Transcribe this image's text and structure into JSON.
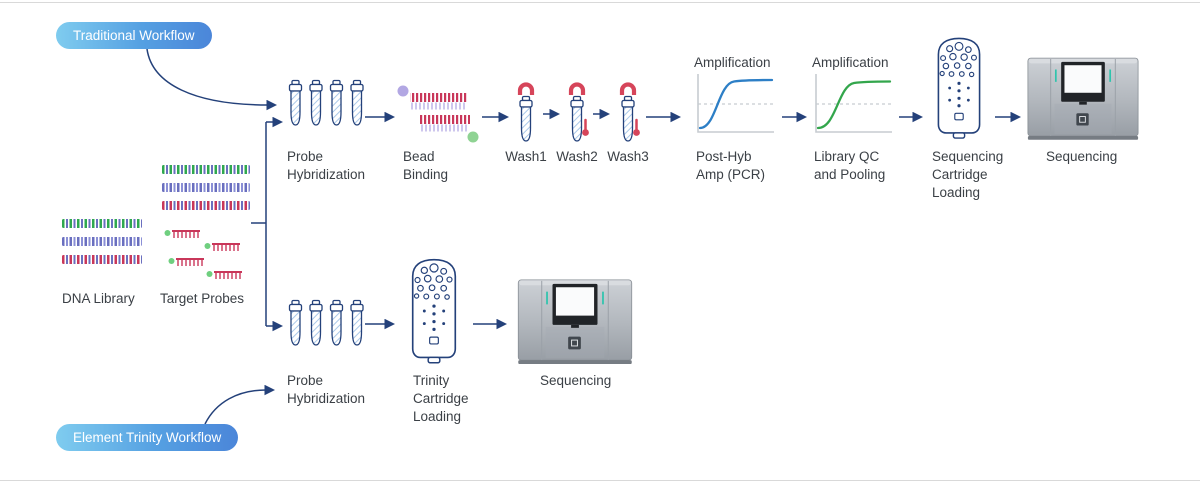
{
  "badges": {
    "traditional": "Traditional Workflow",
    "trinity": "Element Trinity Workflow"
  },
  "inputs": {
    "dna_library": "DNA Library",
    "target_probes": "Target Probes"
  },
  "traditional": {
    "probe_hybridization": {
      "line1": "Probe",
      "line2": "Hybridization"
    },
    "bead_binding": {
      "line1": "Bead",
      "line2": "Binding"
    },
    "washes": {
      "wash1": "Wash1",
      "wash2": "Wash2",
      "wash3": "Wash3"
    },
    "post_hyb": {
      "chart_title": "Amplification",
      "line1": "Post-Hyb",
      "line2": "Amp (PCR)"
    },
    "library_qc": {
      "chart_title": "Amplification",
      "line1": "Library QC",
      "line2": "and Pooling"
    },
    "cartridge": {
      "line1": "Sequencing",
      "line2": "Cartridge",
      "line3": "Loading"
    },
    "sequencing": "Sequencing"
  },
  "trinity": {
    "probe_hybridization": {
      "line1": "Probe",
      "line2": "Hybridization"
    },
    "cartridge": {
      "line1": "Trinity",
      "line2": "Cartridge",
      "line3": "Loading"
    },
    "sequencing": "Sequencing"
  },
  "colors": {
    "icon_navy": "#24417a",
    "badge_gradient_start": "#7fccef",
    "badge_gradient_end": "#4b86d9",
    "label_text": "#3b4046",
    "amplification_curve_blue": "#2d7fc6",
    "amplification_curve_green": "#33a64c",
    "magnet_red": "#d6455a",
    "stripe_green": "#2fa84f",
    "stripe_violet": "#6a6fbf",
    "stripe_red": "#c9375a",
    "bead_purple": "#b2a7e3",
    "bead_green": "#8fd393",
    "instrument_teal": "#2fc4ad"
  }
}
